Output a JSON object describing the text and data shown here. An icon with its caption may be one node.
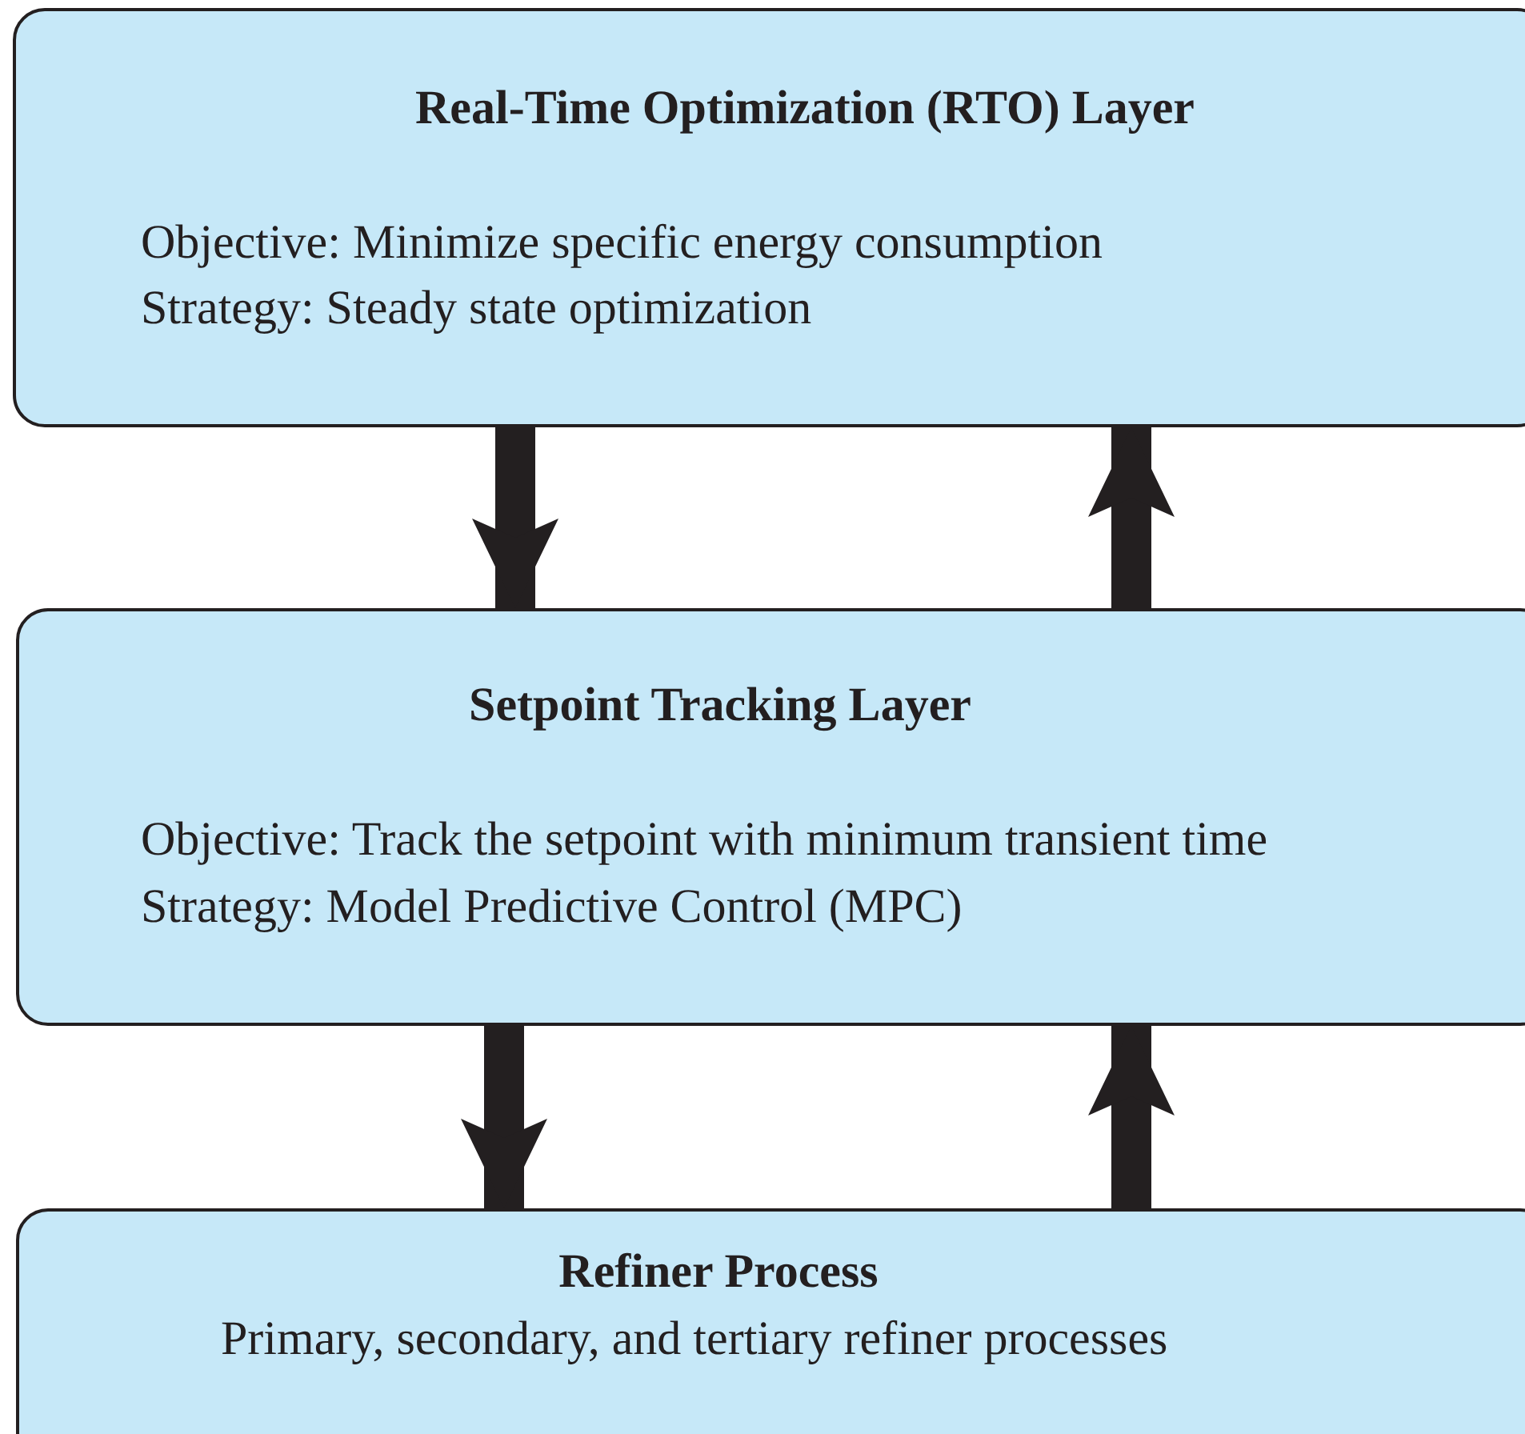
{
  "diagram": {
    "nodes": [
      {
        "text": [
          "Real-Time Optimization (RTO) Layer",
          "Objective: Minimize specific energy consumption",
          "Strategy: Steady state optimization"
        ]
      },
      {
        "text": [
          "Setpoint Tracking Layer",
          "Objective: Track the setpoint with minimum transient time",
          "Strategy: Model Predictive Control (MPC)"
        ]
      },
      {
        "text": [
          "Refiner Process",
          "Primary, secondary, and tertiary refiner processes"
        ]
      }
    ],
    "edges": [
      {
        "from": 0,
        "to": 1,
        "arrow": "to"
      },
      {
        "from": 1,
        "to": 0,
        "arrow": "to"
      },
      {
        "from": 1,
        "to": 2,
        "arrow": "to"
      },
      {
        "from": 2,
        "to": 1,
        "arrow": "to"
      }
    ]
  }
}
